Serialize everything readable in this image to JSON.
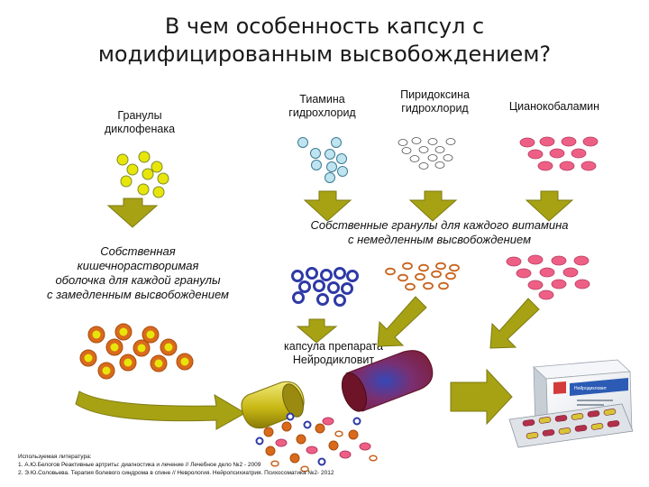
{
  "slide": {
    "title_line1": "В чем особенность капсул с",
    "title_line2": "модифицированным высвобождением?"
  },
  "labels": {
    "diclofenac": [
      "Гранулы",
      "диклофенака"
    ],
    "thiamine": [
      "Тиамина",
      "гидрохлорид"
    ],
    "pyridoxine": [
      "Пиридоксина",
      "гидрохлорид"
    ],
    "cyanocobalamin": "Цианокобаламин",
    "own_granules": [
      "Собственные гранулы для каждого витамина",
      "с немедленным высвобождением"
    ],
    "enteric_coating": [
      "Собственная",
      "кишечнорастворимая",
      "оболочка для каждой гранулы",
      "с замедленным высвобождением"
    ],
    "capsule": [
      "капсула препарата",
      "Нейродикловит"
    ],
    "package_brand": "Нейродикловит"
  },
  "references": {
    "heading": "Используемая литература:",
    "items": [
      "1. А.Ю.Белогов Реактивные артриты: диагностика и лечение // Лечебное дело №2 - 2009",
      "2. Э.Ю.Соловьева. Терапия болевого синдрома в спине // Неврология. Нейропсихиатрия. Психосоматика №2- 2012"
    ]
  },
  "colors": {
    "arrow_fill": "#a7a214",
    "arrow_stroke": "#7d7a10",
    "diclofenac_granule": "#e8e50a",
    "diclofenac_coating": "#d96a1c",
    "thiamine_light": "#bfe4f0",
    "thiamine_dark": "#2f3aa6",
    "pyridoxine_ring": "#c8641e",
    "cyanocobalamin": "#ee5f86",
    "capsule_left": "#d1c22a",
    "capsule_right": "#8c2a46"
  },
  "icons": [
    "block-arrow-down-icon",
    "block-arrow-diagonal-icon",
    "block-arrow-right-icon",
    "capsule-icon",
    "blister-pack-icon",
    "medicine-box-icon"
  ]
}
